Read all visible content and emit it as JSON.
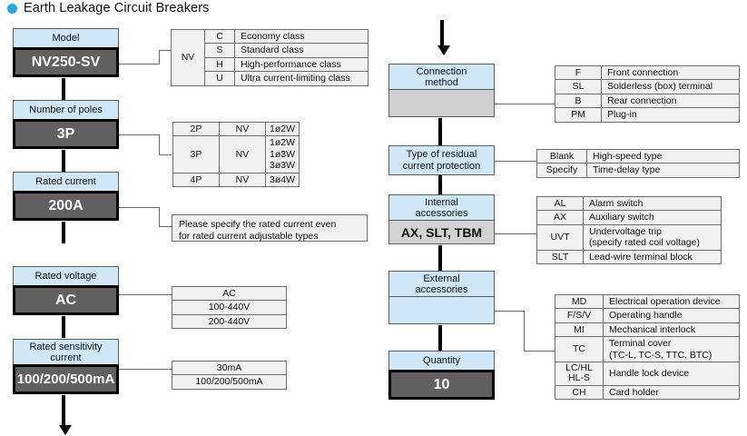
{
  "title": {
    "bullet_color": "#26a9e0",
    "text": "Earth Leakage Circuit Breakers"
  },
  "colors": {
    "label_box": "#cfe7f7",
    "value_box_dark": "#615f5f",
    "value_box_grey": "#d2d2d2",
    "table_bg": "#f1f1f1",
    "accent": "#26a9e0"
  },
  "left_column": {
    "items": [
      {
        "label": "Model",
        "value": "NV250-SV",
        "value_style": "dark"
      },
      {
        "label": "Number of poles",
        "value": "3P",
        "value_style": "dark"
      },
      {
        "label": "Rated current",
        "value": "200A",
        "value_style": "dark"
      },
      {
        "label": "Rated voltage",
        "value": "AC",
        "value_style": "dark"
      },
      {
        "label": "Rated sensitivity current",
        "label_line1": "Rated sensitivity",
        "label_line2": "current",
        "value": "100/200/500mA",
        "value_style": "dark"
      }
    ]
  },
  "right_column": {
    "items": [
      {
        "label": "Connection method",
        "label_line1": "Connection",
        "label_line2": "method",
        "value": "",
        "value_style": "grey"
      },
      {
        "label": "Type of residual current protection",
        "label_line1": "Type of residual",
        "label_line2": "current protection",
        "value": null,
        "value_style": "none"
      },
      {
        "label": "Internal accessories",
        "label_line1": "Internal",
        "label_line2": "accessories",
        "value": "AX, SLT, TBM",
        "value_style": "grey"
      },
      {
        "label": "External accessories",
        "label_line1": "External",
        "label_line2": "accessories",
        "value": "",
        "value_style": "blue"
      },
      {
        "label": "Quantity",
        "value": "10",
        "value_style": "dark"
      }
    ]
  },
  "tables": {
    "model_class": {
      "series": "NV",
      "rows": [
        {
          "code": "C",
          "desc": "Economy class"
        },
        {
          "code": "S",
          "desc": "Standard class"
        },
        {
          "code": "H",
          "desc": "High-performance class"
        },
        {
          "code": "U",
          "desc": "Ultra current-limiting class"
        }
      ]
    },
    "poles": {
      "rows": [
        {
          "poles": "2P",
          "series": "NV",
          "wiring": "1ø2W"
        },
        {
          "poles": "3P",
          "series": "NV",
          "wiring": "1ø2W\n1ø3W\n3ø3W"
        },
        {
          "poles": "4P",
          "series": "NV",
          "wiring": "3ø4W"
        }
      ]
    },
    "rated_current_note": {
      "line1": "Please specify the rated current even",
      "line2": "for rated current adjustable types"
    },
    "rated_voltage": {
      "rows": [
        "AC",
        "100-440V",
        "200-440V"
      ]
    },
    "rated_sensitivity": {
      "rows": [
        "30mA",
        "100/200/500mA"
      ]
    },
    "connection_method": {
      "rows": [
        {
          "code": "F",
          "desc": "Front connection"
        },
        {
          "code": "SL",
          "desc": "Solderless (box) terminal"
        },
        {
          "code": "B",
          "desc": "Rear connection"
        },
        {
          "code": "PM",
          "desc": "Plug-in"
        }
      ]
    },
    "residual_protection": {
      "rows": [
        {
          "code": "Blank",
          "desc": "High-speed type"
        },
        {
          "code": "Specify",
          "desc": "Time-delay type"
        }
      ]
    },
    "internal_accessories": {
      "rows": [
        {
          "code": "AL",
          "desc": "Alarm switch"
        },
        {
          "code": "AX",
          "desc": "Auxiliary switch"
        },
        {
          "code": "UVT",
          "desc": "Undervoltage trip\n(specify rated coil voltage)"
        },
        {
          "code": "SLT",
          "desc": "Lead-wire terminal block"
        }
      ]
    },
    "external_accessories": {
      "rows": [
        {
          "code": "MD",
          "desc": "Electrical operation device"
        },
        {
          "code": "F/S/V",
          "desc": "Operating handle"
        },
        {
          "code": "MI",
          "desc": "Mechanical interlock"
        },
        {
          "code": "TC",
          "desc": "Terminal cover\n(TC-L, TC-S, TTC, BTC)"
        },
        {
          "code": "LC/HL\nHL-S",
          "desc": "Handle lock device"
        },
        {
          "code": "CH",
          "desc": "Card holder"
        }
      ]
    }
  }
}
